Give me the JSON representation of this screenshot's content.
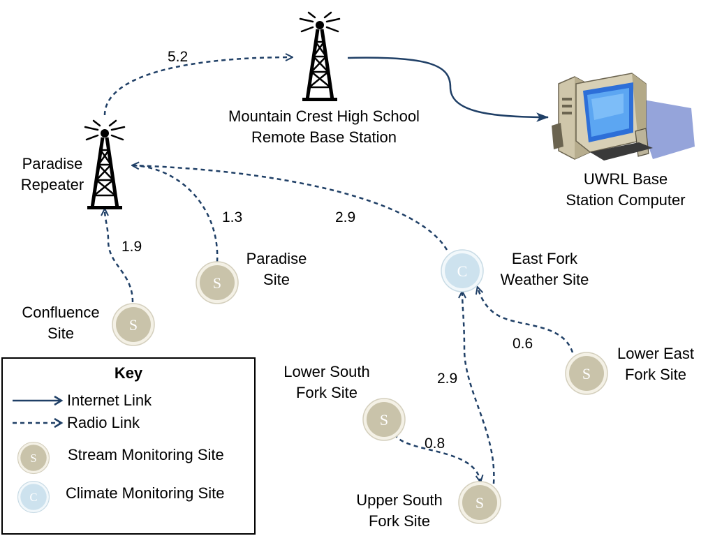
{
  "nodes": {
    "mountain_crest": {
      "line1": "Mountain Crest High School",
      "line2": "Remote Base Station"
    },
    "paradise_repeater": {
      "line1": "Paradise",
      "line2": "Repeater"
    },
    "uwrl": {
      "line1": "UWRL Base",
      "line2": "Station Computer"
    },
    "paradise_site": {
      "line1": "Paradise",
      "line2": "Site",
      "glyph": "S"
    },
    "confluence_site": {
      "line1": "Confluence",
      "line2": "Site",
      "glyph": "S"
    },
    "east_fork_weather": {
      "line1": "East Fork",
      "line2": "Weather Site",
      "glyph": "C"
    },
    "lower_east_fork": {
      "line1": "Lower East",
      "line2": "Fork Site",
      "glyph": "S"
    },
    "lower_south_fork": {
      "line1": "Lower South",
      "line2": "Fork Site",
      "glyph": "S"
    },
    "upper_south_fork": {
      "line1": "Upper South",
      "line2": "Fork Site",
      "glyph": "S"
    }
  },
  "links": {
    "repeater_to_mountain": "5.2",
    "confluence_to_repeater": "1.9",
    "paradise_to_repeater": "1.3",
    "eastfork_to_repeater": "2.9",
    "lowereast_to_eastfork": "0.6",
    "uppersouth_to_eastfork": "2.9",
    "lowersouth_to_uppersouth": "0.8"
  },
  "key": {
    "title": "Key",
    "internet": "Internet Link",
    "radio": "Radio Link",
    "stream": "Stream Monitoring Site",
    "climate": "Climate Monitoring Site",
    "stream_glyph": "S",
    "climate_glyph": "C"
  },
  "colors": {
    "link": "#1f3f66",
    "stream_fill": "#ccc7b1",
    "climate_fill": "#cde2ee"
  }
}
